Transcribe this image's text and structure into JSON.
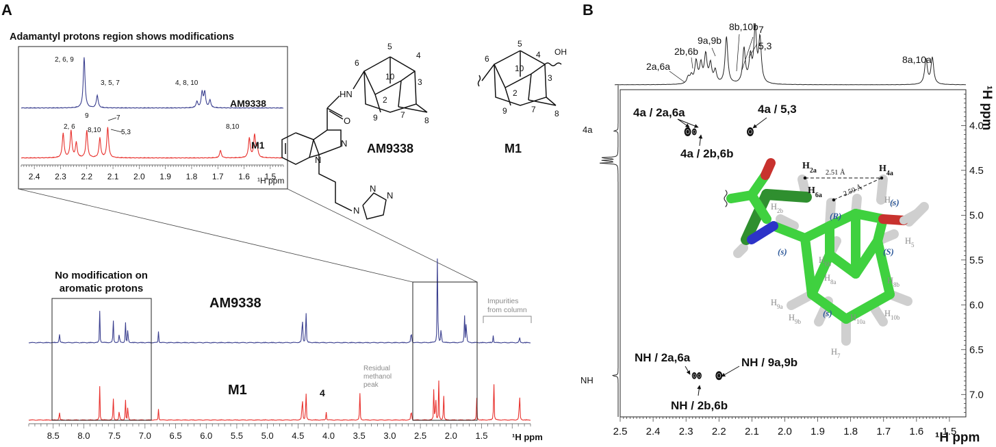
{
  "panels": {
    "a": "A",
    "b": "B"
  },
  "inset": {
    "title": "Adamantyl protons region shows modifications",
    "axis_label": "¹H ppm",
    "ticks": [
      "2.4",
      "2.3",
      "2.2",
      "2.1",
      "2.0",
      "1.9",
      "1.8",
      "1.7",
      "1.6",
      "1.5"
    ],
    "am_name": "AM9338",
    "m1_name": "M1",
    "am_labels": [
      "2, 6, 9",
      "3, 5, 7",
      "4, 8, 10"
    ],
    "m1_labels": [
      "2, 6",
      "9",
      "8,10",
      "7",
      "5,3",
      "8,10"
    ]
  },
  "structures": {
    "am_name": "AM9338",
    "m1_name": "M1",
    "am_atoms": [
      "5",
      "4",
      "6",
      "10",
      "3",
      "HN",
      "2",
      "9",
      "7",
      "8",
      "O",
      "N",
      "N"
    ],
    "m1_atoms": [
      "5",
      "4",
      "OH",
      "6",
      "10",
      "3",
      "2",
      "9",
      "7",
      "8"
    ],
    "triazole_atoms": [
      "N",
      "N",
      "N"
    ]
  },
  "main": {
    "axis_label": "¹H ppm",
    "ticks": [
      "8.5",
      "8.0",
      "7.5",
      "7.0",
      "6.5",
      "6.0",
      "5.5",
      "5.0",
      "4.5",
      "4.0",
      "3.5",
      "3.0",
      "2.5",
      "2.0",
      "1.5"
    ],
    "aromatic_note_line1": "No modification on",
    "aromatic_note_line2": "aromatic protons",
    "am_name": "AM9338",
    "m1_name": "M1",
    "peak4_label": "4",
    "methanol_line1": "Residual",
    "methanol_line2": "methanol",
    "methanol_line3": "peak",
    "impurity_line1": "Impurities",
    "impurity_line2": "from column"
  },
  "noesy": {
    "top_labels": [
      "2a,6a",
      "2b,6b",
      "9a,9b",
      "8b,10b",
      "7",
      "5,3",
      "8a,10a"
    ],
    "x_ticks": [
      "2.5",
      "2.4",
      "2.3",
      "2.2",
      "2.1",
      "2.0",
      "1.9",
      "1.8",
      "1.7",
      "1.6",
      "1.5"
    ],
    "x_label": "¹H ppm",
    "y_label": "¹H ppm",
    "y_ticks": [
      "4.0",
      "4.5",
      "5.0",
      "5.5",
      "6.0",
      "6.5",
      "7.0"
    ],
    "side_labels": [
      "4a",
      "NH"
    ],
    "cross_peaks": [
      "4a / 2a,6a",
      "4a / 2b,6b",
      "4a / 5,3",
      "NH / 2a,6a",
      "NH / 2b,6b",
      "NH / 9a,9b"
    ],
    "distances": [
      "2.51 Å",
      "2.50 Å"
    ],
    "model_h_labels": [
      {
        "t": "H",
        "s": "2a"
      },
      {
        "t": "H",
        "s": "4a"
      },
      {
        "t": "H",
        "s": "6a"
      },
      {
        "t": "H",
        "s": "2b"
      },
      {
        "t": "H",
        "s": "3"
      },
      {
        "t": "H",
        "s": "5"
      },
      {
        "t": "H",
        "s": "6b"
      },
      {
        "t": "H",
        "s": "8a"
      },
      {
        "t": "H",
        "s": "8b"
      },
      {
        "t": "H",
        "s": "9a"
      },
      {
        "t": "H",
        "s": "9b"
      },
      {
        "t": "H",
        "s": "10a"
      },
      {
        "t": "H",
        "s": "10b"
      },
      {
        "t": "H",
        "s": "7"
      }
    ],
    "stereo_labels": [
      "(s)",
      "(R)",
      "(s)",
      "(S)",
      "(s)"
    ]
  },
  "colors": {
    "am_trace": "#3a3f8f",
    "m1_trace": "#e8302c",
    "carbon": "#3fd13f",
    "oxygen": "#c8322e",
    "nitrogen": "#2d33c8",
    "gray_text": "#8a8a8a"
  },
  "chart_data": [
    {
      "type": "line",
      "title": "Adamantyl protons region shows modifications",
      "xlabel": "¹H ppm",
      "xlim": [
        2.45,
        1.45
      ],
      "x_reversed": true,
      "series": [
        {
          "name": "AM9338",
          "peaks": [
            {
              "ppm": 2.21,
              "height": 1.0
            },
            {
              "ppm": 2.16,
              "height": 0.25
            },
            {
              "ppm": 1.78,
              "height": 0.12
            },
            {
              "ppm": 1.76,
              "height": 0.3
            },
            {
              "ppm": 1.75,
              "height": 0.3
            },
            {
              "ppm": 1.73,
              "height": 0.15
            }
          ]
        },
        {
          "name": "M1",
          "peaks": [
            {
              "ppm": 2.29,
              "height": 0.5
            },
            {
              "ppm": 2.26,
              "height": 0.55
            },
            {
              "ppm": 2.24,
              "height": 0.3
            },
            {
              "ppm": 2.2,
              "height": 0.55
            },
            {
              "ppm": 2.15,
              "height": 0.4
            },
            {
              "ppm": 2.12,
              "height": 0.62
            },
            {
              "ppm": 1.69,
              "height": 0.15
            },
            {
              "ppm": 1.58,
              "height": 0.4
            },
            {
              "ppm": 1.56,
              "height": 0.45
            },
            {
              "ppm": 1.55,
              "height": 0.2
            }
          ]
        }
      ]
    },
    {
      "type": "line",
      "xlabel": "¹H ppm",
      "xlim": [
        8.9,
        0.7
      ],
      "x_reversed": true,
      "series": [
        {
          "name": "AM9338",
          "peaks": [
            {
              "ppm": 8.4,
              "height": 0.12
            },
            {
              "ppm": 7.74,
              "height": 0.25
            },
            {
              "ppm": 7.52,
              "height": 0.23
            },
            {
              "ppm": 7.42,
              "height": 0.12
            },
            {
              "ppm": 7.32,
              "height": 0.18
            },
            {
              "ppm": 7.28,
              "height": 0.16
            },
            {
              "ppm": 6.78,
              "height": 0.09
            },
            {
              "ppm": 4.43,
              "height": 0.4
            },
            {
              "ppm": 4.37,
              "height": 0.4
            },
            {
              "ppm": 2.65,
              "height": 0.18
            },
            {
              "ppm": 2.22,
              "height": 1.0
            },
            {
              "ppm": 2.16,
              "height": 0.2
            },
            {
              "ppm": 1.78,
              "height": 0.28
            },
            {
              "ppm": 1.75,
              "height": 0.3
            },
            {
              "ppm": 1.31,
              "height": 0.06
            },
            {
              "ppm": 0.88,
              "height": 0.08
            }
          ]
        },
        {
          "name": "M1",
          "peaks": [
            {
              "ppm": 8.4,
              "height": 0.12
            },
            {
              "ppm": 7.74,
              "height": 0.3
            },
            {
              "ppm": 7.52,
              "height": 0.25
            },
            {
              "ppm": 7.42,
              "height": 0.14
            },
            {
              "ppm": 7.32,
              "height": 0.2
            },
            {
              "ppm": 7.28,
              "height": 0.18
            },
            {
              "ppm": 6.78,
              "height": 0.1
            },
            {
              "ppm": 4.43,
              "height": 0.4
            },
            {
              "ppm": 4.37,
              "height": 0.4
            },
            {
              "ppm": 4.04,
              "height": 0.08
            },
            {
              "ppm": 3.49,
              "height": 0.3
            },
            {
              "ppm": 2.65,
              "height": 0.18
            },
            {
              "ppm": 2.28,
              "height": 0.3
            },
            {
              "ppm": 2.25,
              "height": 0.32
            },
            {
              "ppm": 2.2,
              "height": 0.35
            },
            {
              "ppm": 2.12,
              "height": 0.3
            },
            {
              "ppm": 1.58,
              "height": 0.22
            },
            {
              "ppm": 1.3,
              "height": 0.45
            },
            {
              "ppm": 0.88,
              "height": 0.42
            }
          ]
        }
      ]
    },
    {
      "type": "scatter",
      "title": "NOESY",
      "xlabel": "¹H ppm",
      "ylabel": "¹H ppm",
      "xlim": [
        2.5,
        1.45
      ],
      "ylim": [
        3.6,
        7.25
      ],
      "points": [
        {
          "x": 2.295,
          "y": 4.07,
          "label": "4a / 2a,6a"
        },
        {
          "x": 2.275,
          "y": 4.07,
          "label": "4a / 2b,6b"
        },
        {
          "x": 2.105,
          "y": 4.07,
          "label": "4a / 5,3"
        },
        {
          "x": 2.275,
          "y": 6.79,
          "label": "NH / 2a,6a"
        },
        {
          "x": 2.26,
          "y": 6.79,
          "label": "NH / 2b,6b"
        },
        {
          "x": 2.2,
          "y": 6.79,
          "label": "NH / 9a,9b"
        }
      ]
    }
  ]
}
